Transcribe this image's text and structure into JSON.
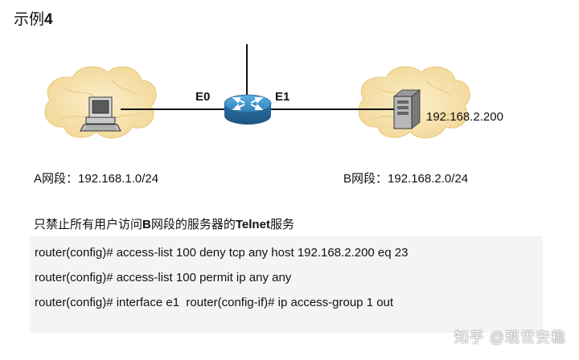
{
  "title": {
    "prefix": "示例",
    "number": "4"
  },
  "router": {
    "port_left": "E0",
    "port_right": "E1"
  },
  "server": {
    "ip": "192.168.2.200"
  },
  "networks": {
    "a_label": "A网段：192.168.1.0/24",
    "b_label": "B网段：192.168.2.0/24"
  },
  "description": {
    "part1": "只禁止所有用户访问",
    "part2": "B",
    "part3": "网段的服务器的",
    "part4": "Telnet",
    "part5": "服务"
  },
  "commands": [
    "router(config)# access-list 100 deny tcp any host 192.168.2.200 eq 23",
    "router(config)# access-list 100 permit ip any any",
    "router(config)# interface e1  router(config-if)# ip access-group 1 out"
  ],
  "watermark": "知乎 @现世安稳",
  "colors": {
    "cloud": "#f6e3b4",
    "cloud_line": "#e8c77a",
    "router": "#2f7fb8",
    "command_bg": "#f4f4f4"
  },
  "icons": [
    "pc-icon",
    "router-icon",
    "server-icon",
    "cloud-icon"
  ]
}
